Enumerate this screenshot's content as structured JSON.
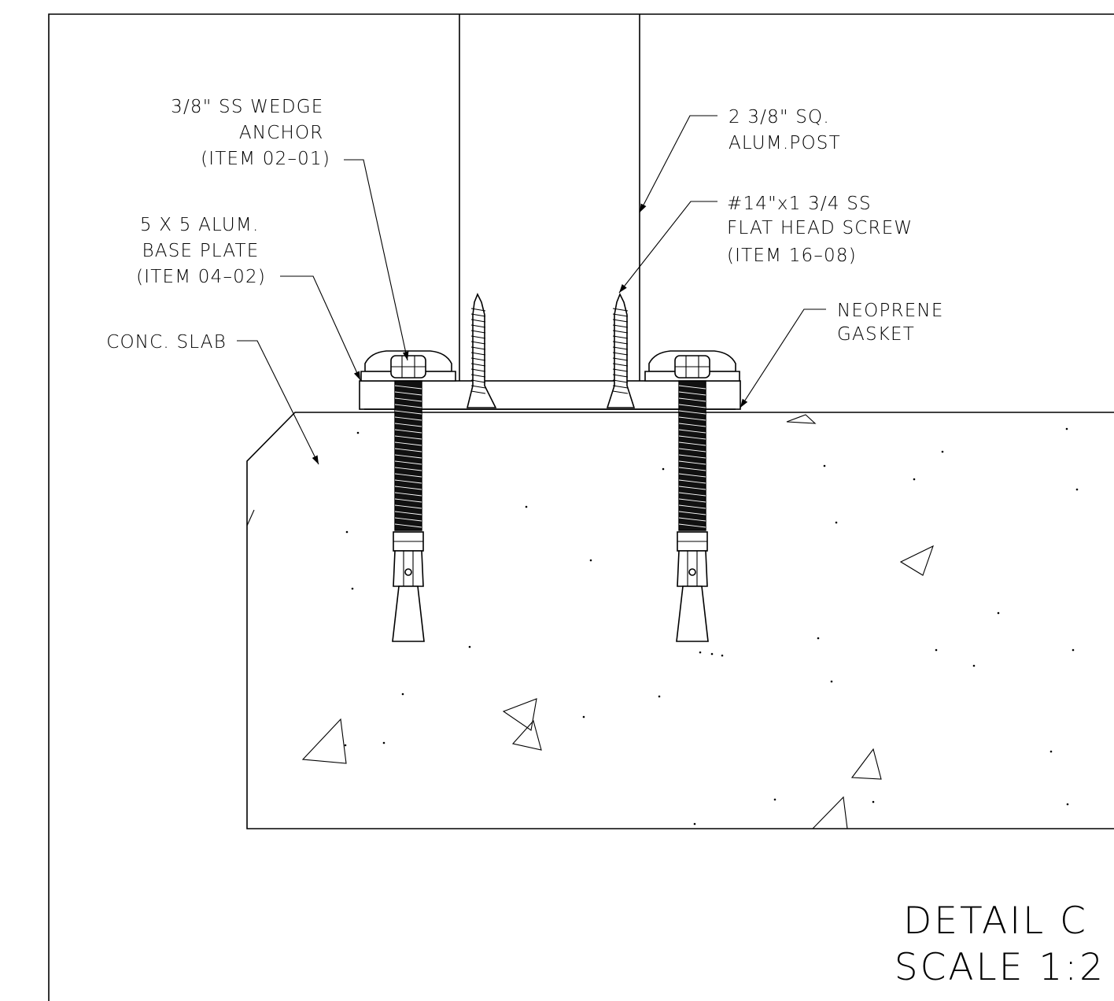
{
  "drawing": {
    "labels": {
      "wedge_anchor": [
        "3/8\" SS WEDGE",
        "ANCHOR",
        "(ITEM 02–01)"
      ],
      "base_plate": [
        "5 X 5 ALUM.",
        "BASE PLATE",
        "(ITEM 04–02)"
      ],
      "conc_slab": [
        "CONC. SLAB"
      ],
      "post": [
        "2 3/8\" SQ.",
        "ALUM.POST"
      ],
      "screw": [
        "#14\"x1 3/4 SS",
        "FLAT HEAD SCREW",
        "(ITEM 16–08)"
      ],
      "gasket": [
        "NEOPRENE",
        "GASKET"
      ]
    },
    "title": "DETAIL C",
    "scale": "SCALE 1:2"
  }
}
